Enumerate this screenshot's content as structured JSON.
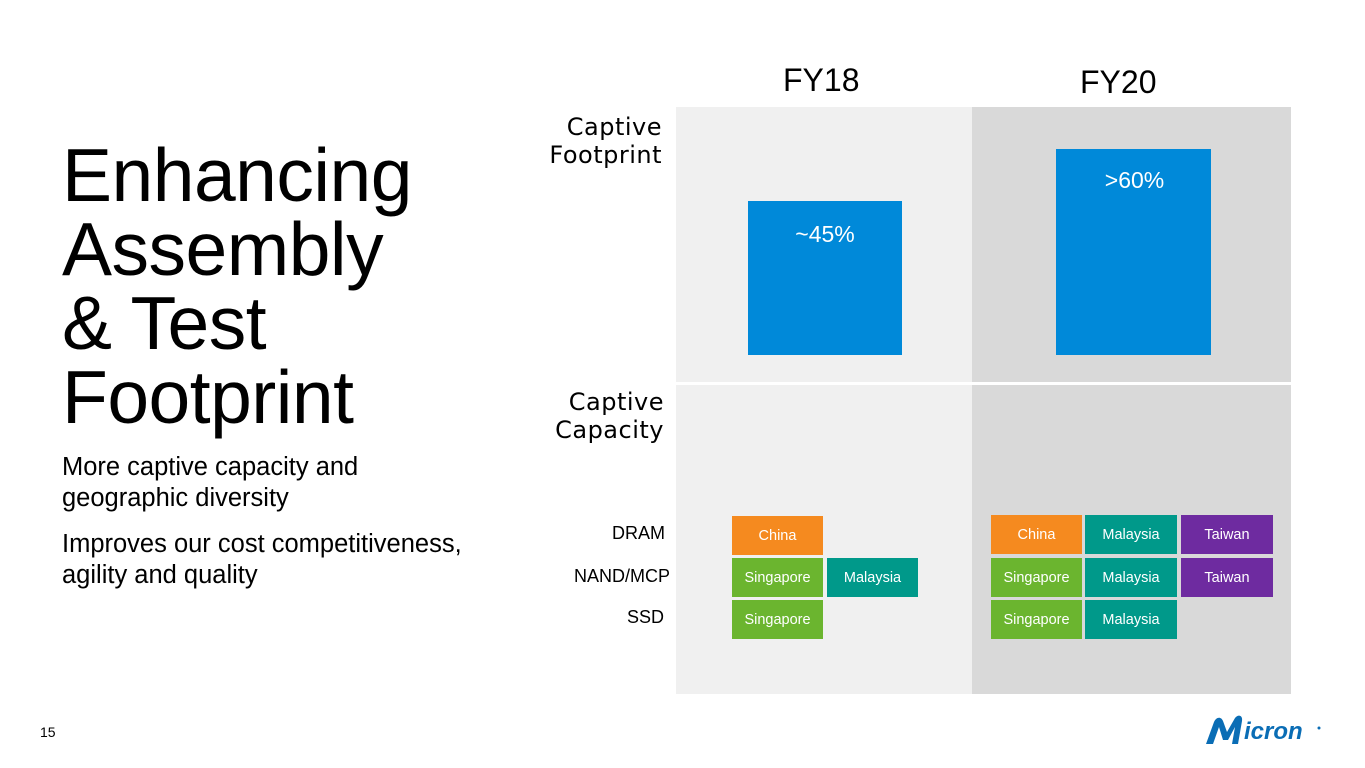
{
  "title": {
    "line1": "Enhancing",
    "line2": "Assembly",
    "line3": "& Test",
    "line4": "Footprint"
  },
  "bullets": [
    "More captive capacity and geographic diversity",
    "Improves our cost competitiveness, agility and quality"
  ],
  "chart": {
    "years": [
      "FY18",
      "FY20"
    ],
    "footprint_label": "Captive Footprint",
    "capacity_label": "Captive Capacity",
    "footprint_values": [
      "~45%",
      ">60%"
    ],
    "products": [
      "DRAM",
      "NAND/MCP",
      "SSD"
    ]
  },
  "chart_data": {
    "type": "bar",
    "categories": [
      "FY18",
      "FY20"
    ],
    "values": [
      45,
      60
    ],
    "value_labels": [
      "~45%",
      ">60%"
    ],
    "ylabel": "Captive Footprint",
    "capacity_table": {
      "FY18": {
        "DRAM": [
          "China"
        ],
        "NAND/MCP": [
          "Singapore",
          "Malaysia"
        ],
        "SSD": [
          "Singapore"
        ]
      },
      "FY20": {
        "DRAM": [
          "China",
          "Malaysia",
          "Taiwan"
        ],
        "NAND/MCP": [
          "Singapore",
          "Malaysia",
          "Taiwan"
        ],
        "SSD": [
          "Singapore",
          "Malaysia"
        ]
      }
    }
  },
  "colors": {
    "bar": "#0089d9",
    "China": "#f58a1f",
    "Singapore": "#6bb52f",
    "Malaysia": "#00998a",
    "Taiwan": "#6e2ba0",
    "logo": "#0a6db5"
  },
  "footer": {
    "page_number": "15",
    "logo_text": "Micron"
  }
}
